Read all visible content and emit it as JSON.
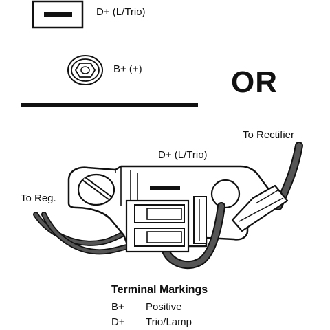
{
  "top_labels": {
    "d_plus_terminal": "D+ (L/Trio)",
    "b_plus_terminal": "B+  (+)"
  },
  "separator_text": "OR",
  "diagram_labels": {
    "to_rectifier": "To Rectifier",
    "d_plus_connector": "D+ (L/Trio)",
    "to_regulator": "To Reg."
  },
  "legend": {
    "title": "Terminal Markings",
    "rows": [
      {
        "code": "B+",
        "description": "Positive"
      },
      {
        "code": "D+",
        "description": "Trio/Lamp"
      }
    ]
  },
  "colors": {
    "line": "#111111",
    "wire_fill": "#555555",
    "background": "#ffffff"
  }
}
